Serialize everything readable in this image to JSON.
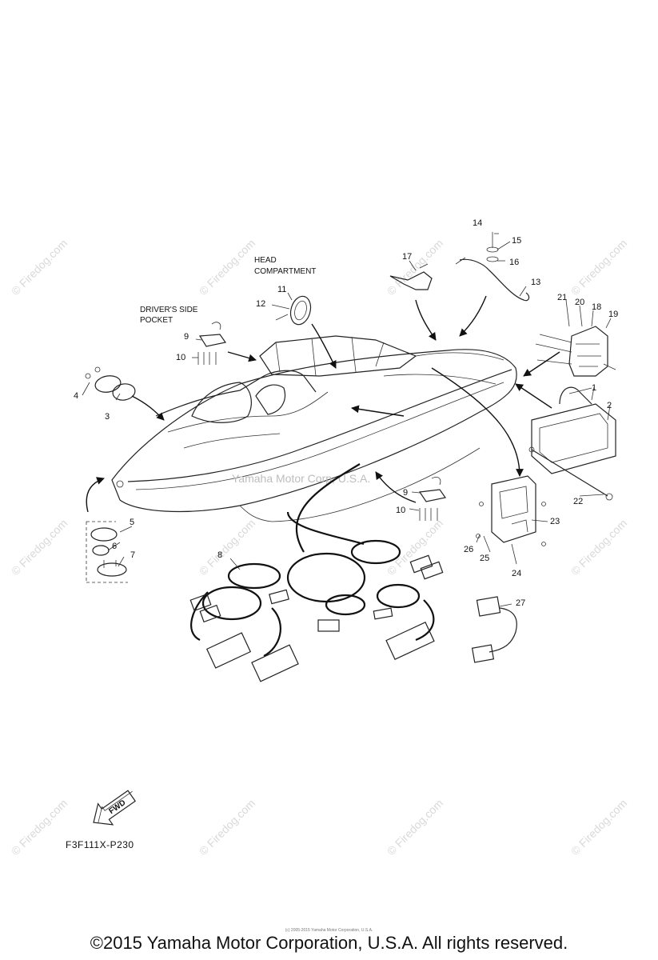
{
  "watermark": "© Firedog.com",
  "labels": {
    "head_compartment_1": "HEAD",
    "head_compartment_2": "COMPARTMENT",
    "drivers_pocket_1": "DRIVER'S SIDE",
    "drivers_pocket_2": "POCKET",
    "fwd": "FWD",
    "hull_watermark": "Yamaha Motor Corp, U.S.A."
  },
  "callouts": [
    "1",
    "2",
    "3",
    "4",
    "5",
    "6",
    "7",
    "8",
    "9",
    "10",
    "11",
    "12",
    "13",
    "14",
    "15",
    "16",
    "17",
    "18",
    "19",
    "20",
    "21",
    "22",
    "23",
    "24",
    "25",
    "26",
    "27",
    "9",
    "10"
  ],
  "diagram_code": "F3F111X-P230",
  "tiny_notice": "(c) 2005-2015 Yamaha Motor Corporation, U.S.A.",
  "copyright": "©2015 Yamaha Motor Corporation, U.S.A. All rights reserved."
}
